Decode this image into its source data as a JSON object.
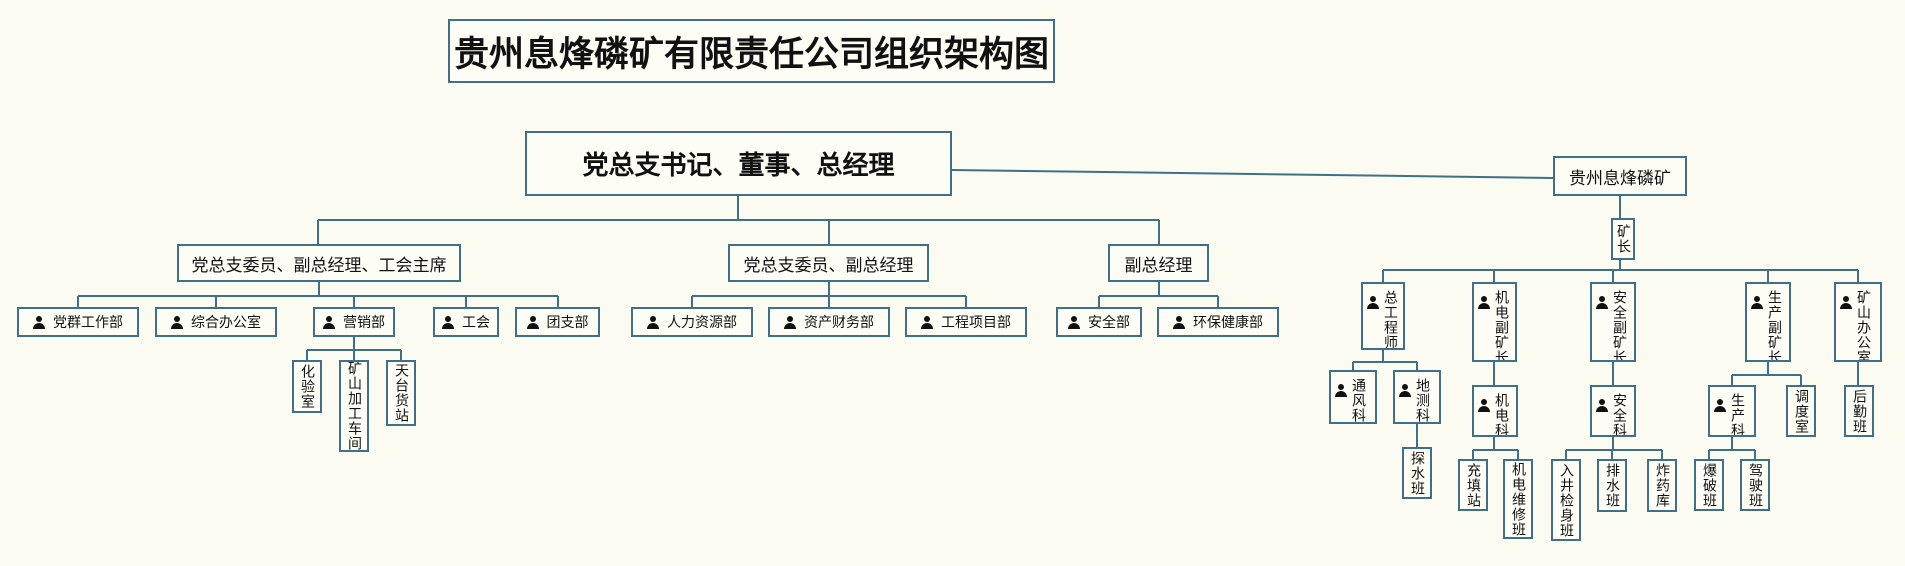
{
  "title": "贵州息烽磷矿有限责任公司组织架构图",
  "nodes": {
    "root": "党总支书记、董事、总经理",
    "mine": "贵州息烽磷矿",
    "mine_head": "矿长",
    "vp1": "党总支委员、副总经理、工会主席",
    "vp2": "党总支委员、副总经理",
    "vp3": "副总经理",
    "d_dangqun": "党群工作部",
    "d_zonghe": "综合办公室",
    "d_yingxiao": "营销部",
    "d_gonghui": "工会",
    "d_tuanzhi": "团支部",
    "d_renli": "人力资源部",
    "d_zichan": "资产财务部",
    "d_gongcheng": "工程项目部",
    "d_anquan": "安全部",
    "d_huanbao": "环保健康部",
    "s_huayan": "化验室",
    "s_jiagong": "矿山加工车间",
    "s_tiantai": "天台货站",
    "m_zonggong": "总工程师",
    "m_jidian": "机电副矿长",
    "m_anquan": "安全副矿长",
    "m_shengchan": "生产副矿长",
    "m_bangong": "矿山办公室",
    "m_tongfeng": "通风科",
    "m_dice": "地测科",
    "m_tanshui": "探水班",
    "m_jidianke": "机电科",
    "m_chongtian": "充填站",
    "m_weixiu": "机电维修班",
    "m_anquanke": "安全科",
    "m_rujing": "入井检身班",
    "m_paishui": "排水班",
    "m_zhayao": "炸药库",
    "m_shengchanke": "生产科",
    "m_baopo": "爆破班",
    "m_jiashi": "驾驶班",
    "m_diaodu": "调度室",
    "m_houqin": "后勤班"
  },
  "colors": {
    "line": "#3f6f89",
    "background": "#fbfbf1"
  }
}
